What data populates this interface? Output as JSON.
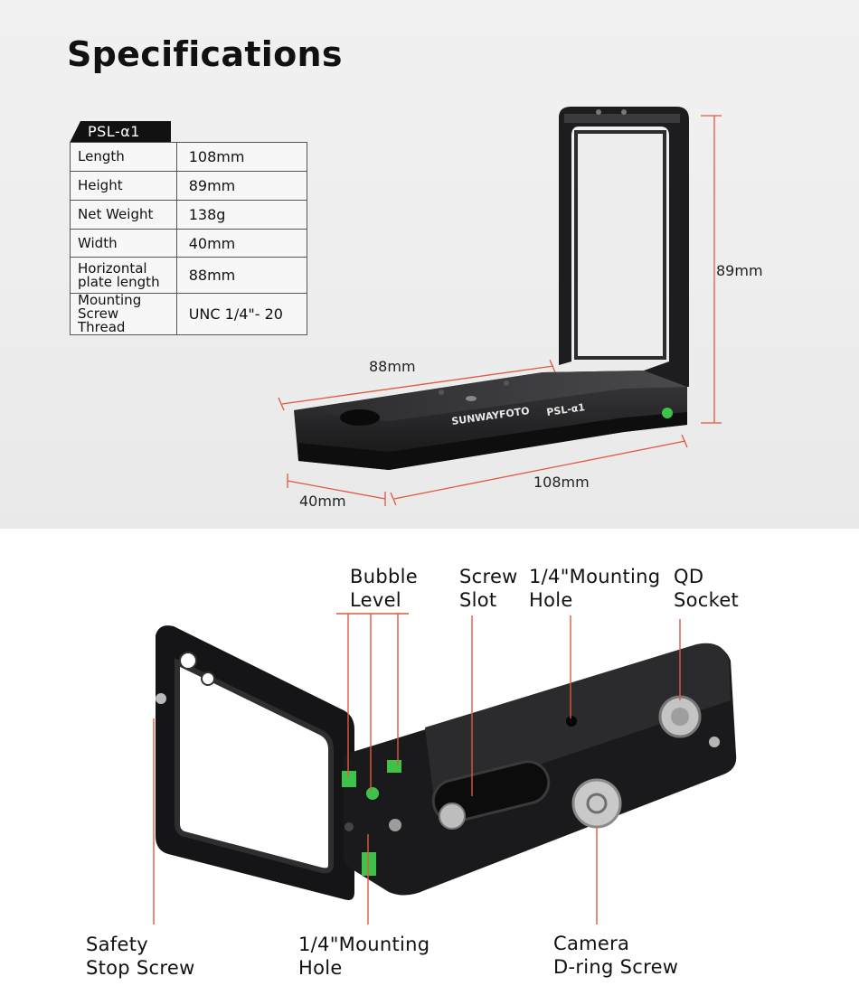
{
  "title": "Specifications",
  "model": "PSL-α1",
  "specs": [
    {
      "label": "Length",
      "value": "108mm"
    },
    {
      "label": "Height",
      "value": "89mm"
    },
    {
      "label": "Net Weight",
      "value": "138g"
    },
    {
      "label": "Width",
      "value": "40mm"
    },
    {
      "label": "Horizontal plate length",
      "label_lines": [
        "Horizontal",
        "plate length"
      ],
      "value": "88mm"
    },
    {
      "label": "Mounting Screw Thread",
      "label_lines": [
        "Mounting",
        "Screw Thread"
      ],
      "value": "UNC 1/4\"- 20"
    }
  ],
  "dimensions": {
    "height": "89mm",
    "plate_length": "88mm",
    "length": "108mm",
    "width": "40mm"
  },
  "product_marking": {
    "brand": "SUNWAYFOTO",
    "model": "PSL-α1"
  },
  "callouts": {
    "bubble_level": [
      "Bubble",
      "Level"
    ],
    "screw_slot": [
      "Screw",
      "Slot"
    ],
    "mounting_hole_top": [
      "1/4\"Mounting",
      "Hole"
    ],
    "qd_socket": [
      "QD",
      "Socket"
    ],
    "safety_stop_screw": [
      "Safety",
      "Stop Screw"
    ],
    "mounting_hole_bottom": [
      "1/4\"Mounting",
      "Hole"
    ],
    "camera_d_ring_screw": [
      "Camera",
      "D-ring Screw"
    ]
  },
  "colors": {
    "dimension_line": "#e0593f",
    "bracket_body": "#1b1b1d",
    "bubble_green": "#3fc24a"
  }
}
